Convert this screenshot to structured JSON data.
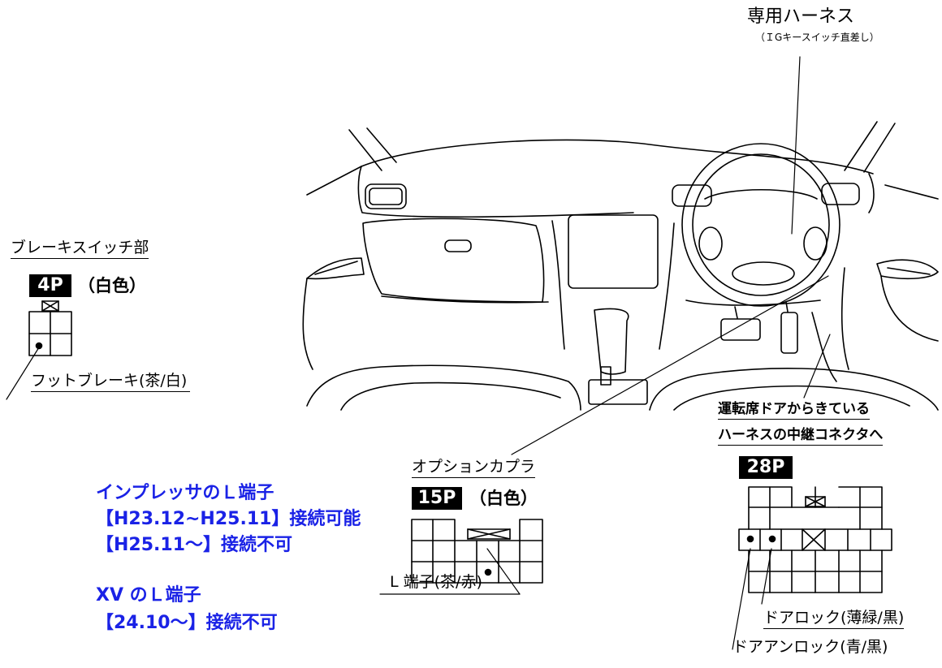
{
  "harness": {
    "title": "専用ハーネス",
    "subtitle": "（ＩGキースイッチ直差し）"
  },
  "brake": {
    "title": "ブレーキスイッチ部",
    "pins": "4P",
    "color": "（白色）",
    "pin_label": "フットブレーキ(茶/白)"
  },
  "option": {
    "title": "オプションカプラ",
    "pins": "15P",
    "color": "（白色）",
    "pin_label": "L 端子(茶/赤)"
  },
  "door": {
    "title_line1": "運転席ドアからきている",
    "title_line2": "ハーネスの中継コネクタへ",
    "pins": "28P",
    "lock_label": "ドアロック(薄緑/黒)",
    "unlock_label": "ドアアンロック(青/黒)"
  },
  "notes": {
    "impreza_title": "インプレッサのＬ端子",
    "impreza_line1": "【H23.12~H25.11】接続可能",
    "impreza_line2": "【H25.11～】接続不可",
    "xv_title": "XV のＬ端子",
    "xv_line1": "【24.10～】接続不可"
  },
  "colors": {
    "note_text": "#1a22e6",
    "line": "#000000"
  }
}
